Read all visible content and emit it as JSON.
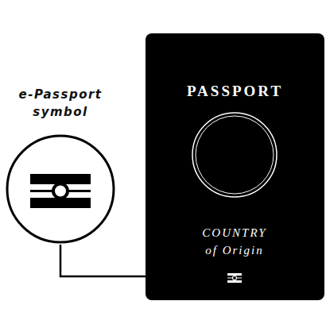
{
  "diagram": {
    "nodes": [
      {
        "text": [
          "e-Passport symbol"
        ]
      },
      {
        "text": [
          "PASSPORT",
          "COUNTRY of Origin"
        ]
      }
    ],
    "edges": [
      {
        "from": 0,
        "to": 1,
        "arrow": "none"
      }
    ]
  }
}
